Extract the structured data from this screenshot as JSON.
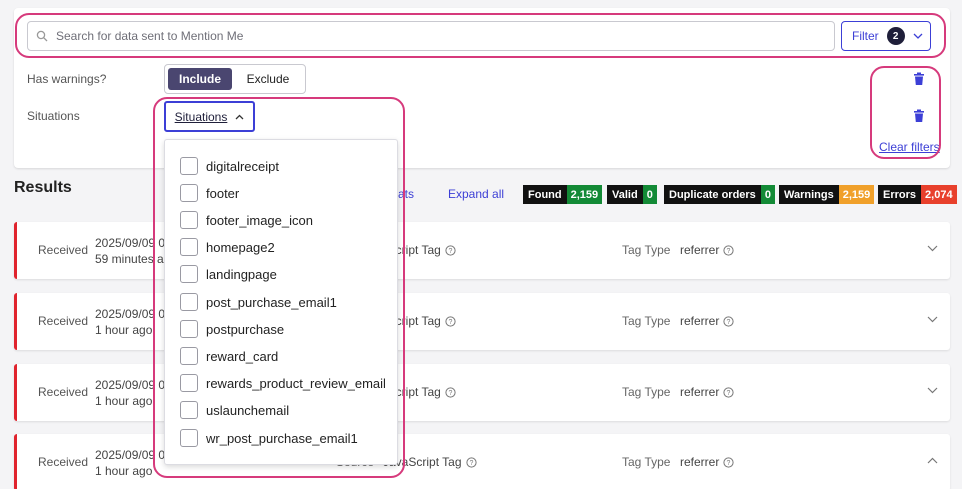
{
  "search": {
    "placeholder": "Search for data sent to Mention Me"
  },
  "filter": {
    "label": "Filter",
    "count": "2"
  },
  "warnings": {
    "label": "Has warnings?",
    "include": "Include",
    "exclude": "Exclude"
  },
  "situations": {
    "label": "Situations",
    "button": "Situations",
    "options": [
      "digitalreceipt",
      "footer",
      "footer_image_icon",
      "homepage2",
      "landingpage",
      "post_purchase_email1",
      "postpurchase",
      "reward_card",
      "rewards_product_review_email",
      "uslaunchemail",
      "wr_post_purchase_email1"
    ]
  },
  "clear_filters": "Clear filters",
  "results": {
    "title": "Results",
    "partial_link": "ats",
    "expand_all": "Expand all",
    "stats": [
      {
        "key": "Found",
        "value": "2,159",
        "color": "#138a36"
      },
      {
        "key": "Valid",
        "value": "0",
        "color": "#138a36"
      },
      {
        "key": "Duplicate orders",
        "value": "0",
        "color": "#138a36"
      },
      {
        "key": "Warnings",
        "value": "2,159",
        "color": "#f0a02a"
      },
      {
        "key": "Errors",
        "value": "2,074",
        "color": "#e8402c"
      }
    ]
  },
  "cards": [
    {
      "received_label": "Received",
      "date": "2025/09/09 0",
      "relative": "59 minutes ago",
      "source_label": "",
      "source_value": "ascript Tag",
      "tag_type_label": "Tag Type",
      "tag_type_value": "referrer"
    },
    {
      "received_label": "Received",
      "date": "2025/09/09 0",
      "relative": "1 hour ago",
      "source_label": "",
      "source_value": "ascript Tag",
      "tag_type_label": "Tag Type",
      "tag_type_value": "referrer"
    },
    {
      "received_label": "Received",
      "date": "2025/09/09 0",
      "relative": "1 hour ago",
      "source_label": "",
      "source_value": "ascript Tag",
      "tag_type_label": "Tag Type",
      "tag_type_value": "referrer"
    },
    {
      "received_label": "Received",
      "date": "2025/09/09 0",
      "relative": "1 hour ago",
      "source_label": "Source",
      "source_value": "JavaScript Tag",
      "tag_type_label": "Tag Type",
      "tag_type_value": "referrer"
    }
  ],
  "colors": {
    "accent": "#3c3fd6",
    "highlight": "#d63a7c",
    "error_bar": "#e0232d"
  }
}
